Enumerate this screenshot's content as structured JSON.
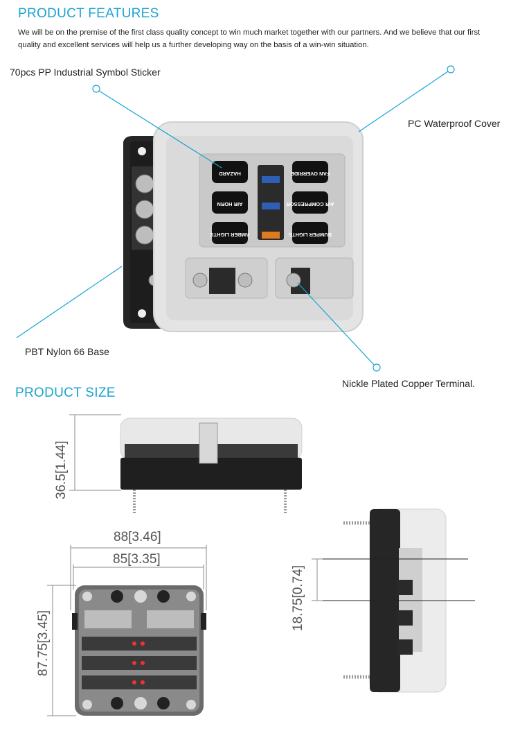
{
  "features": {
    "title": "PRODUCT FEATURES",
    "intro": "We will be on the premise of the first class quality concept to win much market together with our partners. And we believe that our first quality and excellent services will help us a further developing way on the basis of a win-win situation.",
    "callouts": {
      "sticker": "70pcs PP Industrial Symbol Sticker",
      "cover": "PC Waterproof Cover",
      "base": "PBT Nylon 66 Base",
      "terminal": "Nickle Plated Copper Terminal."
    },
    "labels": [
      "HAZARD",
      "FAN OVERRIDE",
      "AIR HORN",
      "AIR COMPRESSOR",
      "AMBER LIGHTS",
      "BUMPER LIGHTS"
    ]
  },
  "size": {
    "title": "PRODUCT SIZE",
    "height": "36.5[1.44]",
    "width_outer": "88[3.46]",
    "width_inner": "85[3.35]",
    "length": "87.75[3.45]",
    "side_height": "18.75[0.74]"
  },
  "colors": {
    "accent": "#1aa3d0",
    "base": "#2a2a2a",
    "cover": "#e6e6e6"
  }
}
